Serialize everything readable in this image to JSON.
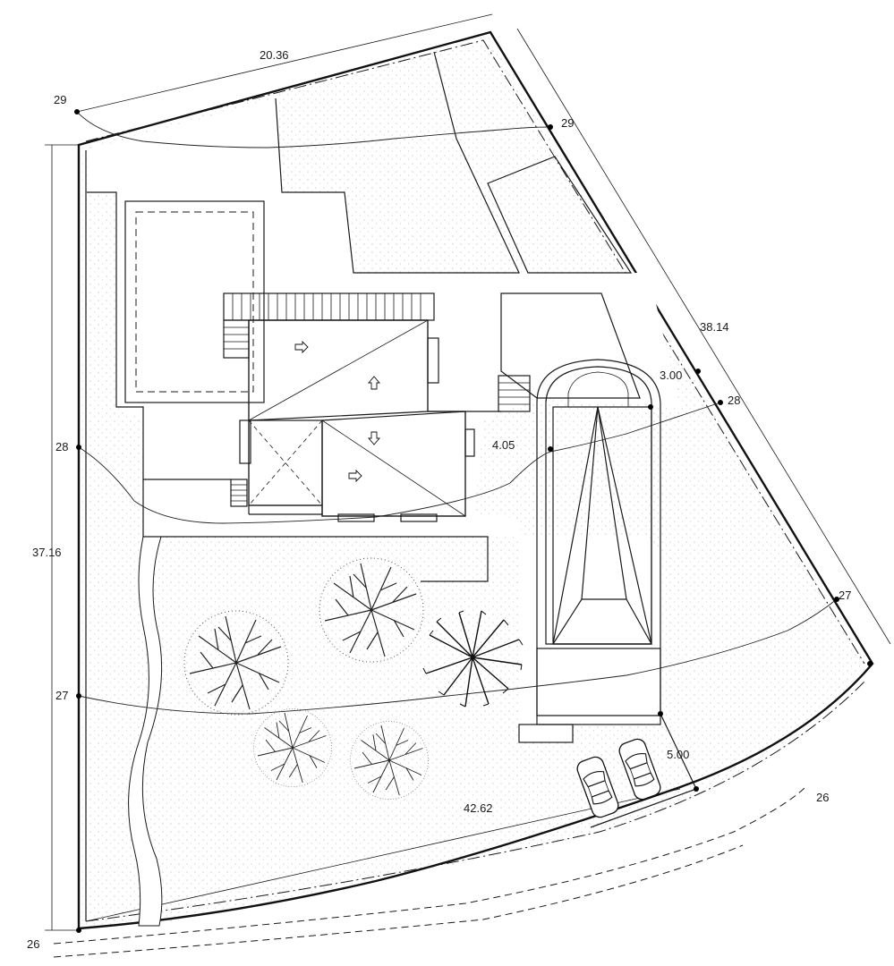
{
  "dimensions": {
    "top": "20.36",
    "left": "37.16",
    "right": "38.14",
    "bottom": "42.62",
    "pool_offset": "3.00",
    "house_offset": "4.05",
    "parking_offset": "5.00"
  },
  "contours": {
    "c29_left": "29",
    "c29_right": "29",
    "c28_left": "28",
    "c28_right": "28",
    "c27_left": "27",
    "c27_right": "27",
    "c26_left": "26",
    "c26_right": "26"
  },
  "icons": {
    "arrow_right": "arrow-right-icon",
    "arrow_up": "arrow-up-icon",
    "arrow_down": "arrow-down-icon",
    "tree": "tree-icon",
    "palm": "palm-tree-icon",
    "car": "car-icon"
  }
}
